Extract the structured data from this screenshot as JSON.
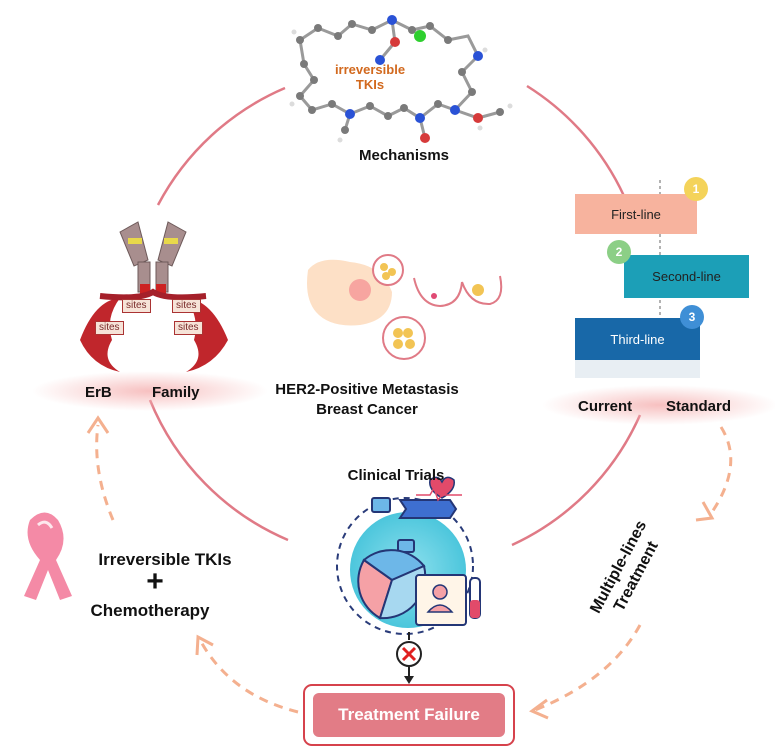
{
  "colors": {
    "circle": "#e07a86",
    "dashed_arrow": "#f4b08f",
    "failure_border": "#d6424c",
    "failure_fill": "#e27c86",
    "tkis_text": "#d2691e"
  },
  "top": {
    "molecule_label_line1": "irreversible",
    "molecule_label_line2": "TKIs",
    "caption": "Mechanisms"
  },
  "left": {
    "erb": "ErB",
    "family": "Family",
    "sites": [
      "sites",
      "sites",
      "sites",
      "sites"
    ]
  },
  "center": {
    "title_line1": "HER2-Positive Metastasis",
    "title_line2": "Breast Cancer"
  },
  "right": {
    "steps": [
      {
        "num": "1",
        "label": "First-line"
      },
      {
        "num": "2",
        "label": "Second-line"
      },
      {
        "num": "3",
        "label": "Third-line"
      }
    ],
    "current": "Current",
    "standard": "Standard"
  },
  "bottom": {
    "trials_caption": "Clinical Trials",
    "failure": "Treatment Failure"
  },
  "arrows": {
    "multi_line1": "Multiple-lines",
    "multi_line2": "Treatment"
  },
  "combo": {
    "line1": "Irreversible TKIs",
    "plus": "+",
    "line2": "Chemotherapy"
  },
  "icons": [
    "molecule-icon",
    "antibody-icon",
    "breast-icon",
    "cell-icon",
    "clinical-trial-icon",
    "ribbon-icon",
    "cross-icon"
  ]
}
